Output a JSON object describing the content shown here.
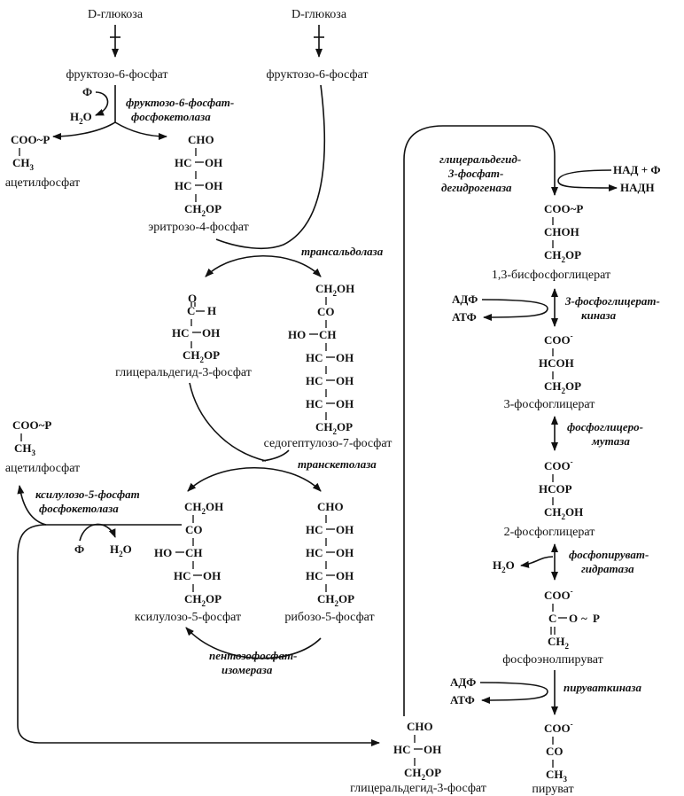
{
  "compounds": {
    "glucose_left": "D-глюкоза",
    "glucose_right": "D-глюкоза",
    "f6p_left": "фруктозо-6-фосфат",
    "f6p_right": "фруктозо-6-фосфат",
    "acetylphosphate_1": "ацетилфосфат",
    "acetylphosphate_2": "ацетилфосфат",
    "erythrose4p": "эритрозо-4-фосфат",
    "gap_1": "глицеральдегид-3-фосфат",
    "sedoheptulose7p": "седогептулозо-7-фосфат",
    "xylulose5p": "ксилулозо-5-фосфат",
    "ribose5p": "рибозо-5-фосфат",
    "gap_2": "глицеральдегид-3-фосфат",
    "bpg13": "1,3-бисфосфоглицерат",
    "pg3": "3-фосфоглицерат",
    "pg2": "2-фосфоглицерат",
    "pep": "фосфоэнолпируват",
    "pyruvate": "пируват"
  },
  "enzymes": {
    "f6p_phosphoketolase": [
      "фруктозо-6-фосфат-",
      "фосфокетолаза"
    ],
    "transaldolase": "трансальдолаза",
    "transketolase": "транскетолаза",
    "x5p_phosphoketolase": [
      "ксилулозо-5-фосфат",
      "фосфокетолаза"
    ],
    "pentose_isomerase": [
      "пентозофосфат-",
      "изомераза"
    ],
    "gapdh": [
      "глицеральдегид-",
      "3-фосфат-",
      "дегидрогеназа"
    ],
    "pgk": [
      "3-фосфоглицерат-",
      "киназа"
    ],
    "pgm": [
      "фосфоглицеро-",
      "мутаза"
    ],
    "enolase": [
      "фосфопируват-",
      "гидратаза"
    ],
    "pyruvate_kinase": "пируваткиназа"
  },
  "cofactors": {
    "phi_1": "Ф",
    "h2o_1": "H",
    "phi_2": "Ф",
    "h2o_2": "H",
    "nad": "НАД + Ф",
    "nadh": "НАДН",
    "adp_1": "АДФ",
    "atp_1": "АТФ",
    "h2o_3": "H",
    "adp_2": "АДФ",
    "atp_2": "АТФ"
  },
  "structures": {
    "acetylphosphate": [
      "COO~P",
      "CH"
    ],
    "erythrose4p": [
      "CHO",
      "HC",
      "OH",
      "HC",
      "OH",
      "CH",
      "OP"
    ],
    "gap_1": [
      "C",
      "O",
      "H",
      "HC",
      "OH",
      "CH",
      "OP"
    ],
    "sedoheptulose7p": [
      "CH",
      "OH",
      "CO",
      "HO",
      "CH",
      "HC",
      "OH",
      "HC",
      "OH",
      "HC",
      "OH",
      "CH",
      "OP"
    ],
    "xylulose5p": [
      "CH",
      "OH",
      "CO",
      "HO",
      "CH",
      "HC",
      "OH",
      "CH",
      "OP"
    ],
    "ribose5p": [
      "CHO",
      "HC",
      "OH",
      "HC",
      "OH",
      "HC",
      "OH",
      "CH",
      "OP"
    ],
    "gap_2": [
      "CHO",
      "HC",
      "OH",
      "CH",
      "OP"
    ],
    "bpg13": [
      "COO~P",
      "CHOH",
      "CH",
      "OP"
    ],
    "pg3": [
      "COO",
      "HCOH",
      "CH",
      "OP"
    ],
    "pg2": [
      "COO",
      "HCOP",
      "CH",
      "OH"
    ],
    "pep": [
      "COO",
      "C",
      "O",
      "~",
      "P",
      "CH"
    ],
    "pyruvate": [
      "COO",
      "CO",
      "CH"
    ]
  }
}
